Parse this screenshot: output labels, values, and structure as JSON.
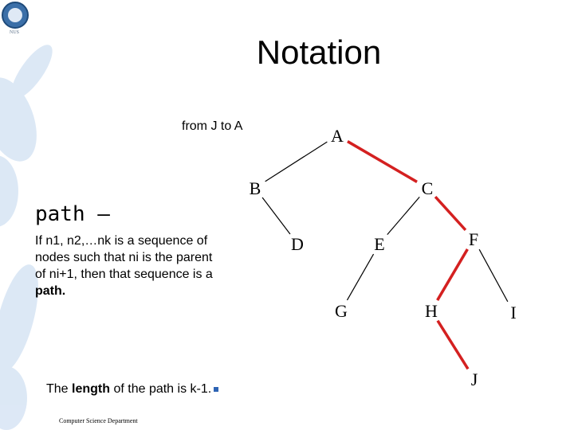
{
  "slide": {
    "title": "Notation",
    "caption": "from J to A",
    "term": "path –",
    "definition_text": "If n1, n2,…nk is a sequence of nodes such that ni is the parent of ni+1, then that sequence is a ",
    "definition_keyword": "path.",
    "length_prefix": "The ",
    "length_keyword": "length",
    "length_suffix": " of the path is k-1.",
    "footer": "Computer Science Department",
    "logo_caption": "NUS"
  },
  "tree": {
    "nodes": [
      {
        "id": "A",
        "label": "A"
      },
      {
        "id": "B",
        "label": "B"
      },
      {
        "id": "C",
        "label": "C"
      },
      {
        "id": "D",
        "label": "D"
      },
      {
        "id": "E",
        "label": "E"
      },
      {
        "id": "F",
        "label": "F"
      },
      {
        "id": "G",
        "label": "G"
      },
      {
        "id": "H",
        "label": "H"
      },
      {
        "id": "I",
        "label": "I"
      },
      {
        "id": "J",
        "label": "J"
      }
    ],
    "edges": [
      {
        "from": "A",
        "to": "B",
        "highlighted": false
      },
      {
        "from": "A",
        "to": "C",
        "highlighted": true
      },
      {
        "from": "B",
        "to": "D",
        "highlighted": false
      },
      {
        "from": "C",
        "to": "E",
        "highlighted": false
      },
      {
        "from": "C",
        "to": "F",
        "highlighted": true
      },
      {
        "from": "E",
        "to": "G",
        "highlighted": false
      },
      {
        "from": "F",
        "to": "H",
        "highlighted": true
      },
      {
        "from": "F",
        "to": "I",
        "highlighted": false
      },
      {
        "from": "H",
        "to": "J",
        "highlighted": true
      }
    ],
    "edge_color": "#000000",
    "highlight_color": "#d42020"
  }
}
